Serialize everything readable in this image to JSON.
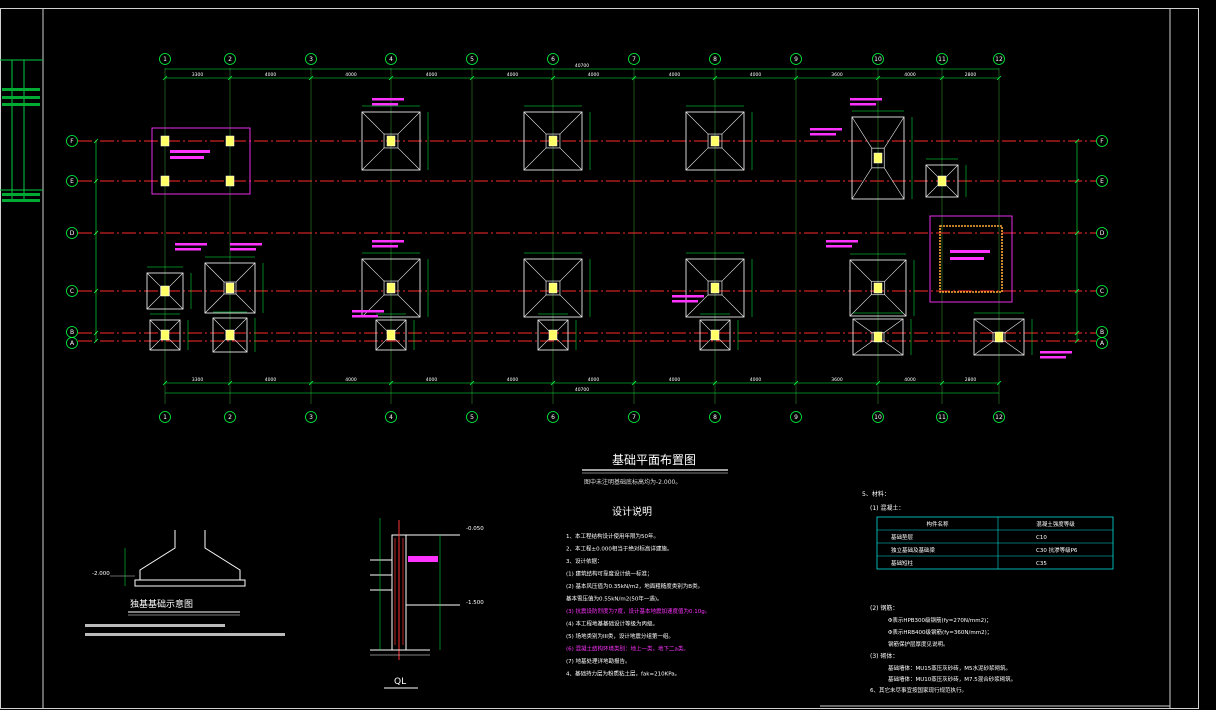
{
  "drawing": {
    "plan_title": "基础平面布置图",
    "plan_subtitle": "图中未注明基础底标高均为-2.000。",
    "notes_title": "设计说明",
    "foundation_detail_title": "独基基础示意图",
    "section_label": "QL",
    "elev_top": "-0.050",
    "elev_mid": "-1.500",
    "elev_base": "-2.000"
  },
  "axes": {
    "numbers": [
      "1",
      "2",
      "3",
      "4",
      "5",
      "6",
      "7",
      "8",
      "9",
      "10",
      "11",
      "12"
    ],
    "letters": [
      "F",
      "E",
      "D",
      "C",
      "B",
      "A"
    ]
  },
  "dimensions": {
    "top_spacing": [
      "3300",
      "4000",
      "4000",
      "4000",
      "4000",
      "4000",
      "4000",
      "4000",
      "3600",
      "4000",
      "2800"
    ],
    "total": "40700"
  },
  "notes": {
    "left": [
      "1、本工程结构设计使用年限为50年。",
      "2、本工程±0.000相当于绝对标高详建施。",
      "3、设计依据：",
      "(1) 建筑结构可靠度设计统一标准；",
      "(2) 基本风压值为0.35kN/m2，地面粗糙度类别为B类。",
      "基本雪压值为0.55kN/m2(50年一遇)。",
      "(3) 抗震设防烈度为7度，设计基本地震加速度值为0.10g。",
      "(4) 本工程地基基础设计等级为丙级。",
      "(5) 场地类别为III类，设计地震分组第一组。",
      "(6) 混凝土结构环境类别：地上一类，地下二a类。",
      "(7) 地基处理详地勘报告。",
      "4、基础持力层为粉质粘土层，fak=210KPa。"
    ],
    "right_head": "5、材料：",
    "right_sub1": "(1) 混凝土：",
    "table_header": [
      "构件名称",
      "混凝土强度等级"
    ],
    "table_rows": [
      [
        "基础垫层",
        "C10"
      ],
      [
        "独立基础及基础梁",
        "C30 抗渗等级P6"
      ],
      [
        "基础短柱",
        "C35"
      ]
    ],
    "right_sub2": "(2) 钢筋：",
    "rebar": [
      "Φ表示HPB300级钢筋(fy=270N/mm2)；",
      "Φ表示HRB400级钢筋(fy=360N/mm2)；",
      "钢筋保护层厚度见说明。"
    ],
    "right_sub3": "(3) 砌体：",
    "masonry": [
      "基础墙体：MU15蒸压灰砂砖，M5水泥砂浆砌筑。",
      "基础墙体：MU10蒸压灰砂砖，M7.5混合砂浆砌筑。",
      "6、其它未尽事宜按国家现行规范执行。"
    ]
  },
  "colors": {
    "axis_line": "#ff2a2a",
    "dimension": "#00ff40",
    "footing": "#e8e8e8",
    "column": "#ffff66",
    "annotation": "#ff33ff",
    "table": "#00e0e0",
    "frame": "#ffffff"
  }
}
